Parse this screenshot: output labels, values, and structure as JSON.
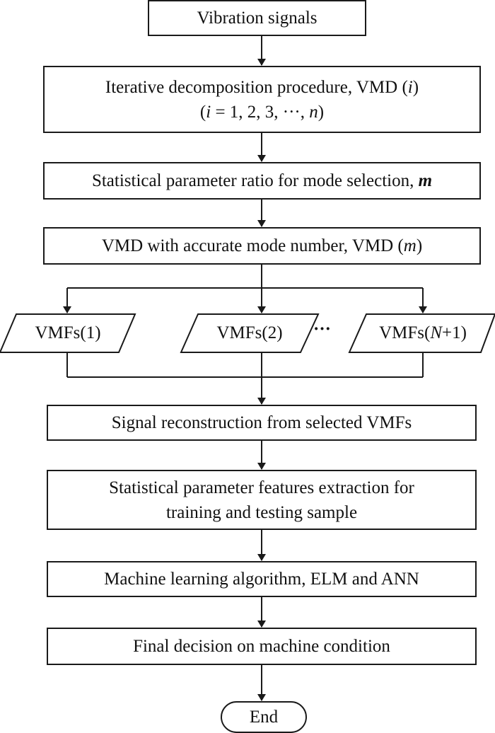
{
  "steps": {
    "input": "Vibration signals",
    "decomposition_line1_pre": "Iterative decomposition procedure, VMD (",
    "decomposition_line1_var": "i",
    "decomposition_line1_post": ")",
    "decomposition_line2_pre": "(",
    "decomposition_line2_var": "i",
    "decomposition_line2_mid": " = 1, 2, 3, ···, ",
    "decomposition_line2_var2": "n",
    "decomposition_line2_post": ")",
    "ratio_pre": "Statistical parameter ratio for mode selection, ",
    "ratio_var": "m",
    "vmd_accurate_pre": "VMD with accurate mode number, VMD (",
    "vmd_accurate_var": "m",
    "vmd_accurate_post": ")",
    "reconstruction": "Signal reconstruction from selected VMFs",
    "features_line1": "Statistical parameter features extraction for",
    "features_line2": "training and testing sample",
    "ml": "Machine learning algorithm, ELM and ANN",
    "decision": "Final decision on machine condition",
    "end": "End"
  },
  "vmfs": {
    "first": "VMFs(1)",
    "second": "VMFs(2)",
    "ellipsis": "···",
    "last_pre": "VMFs(",
    "last_var": "N",
    "last_post": "+1)"
  }
}
